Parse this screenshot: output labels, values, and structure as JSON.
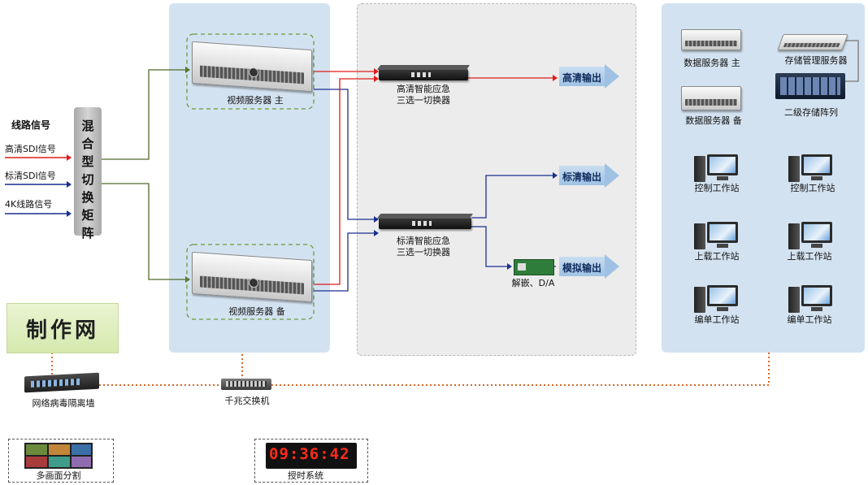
{
  "signals": {
    "title": "线路信号",
    "hd": "高清SDI信号",
    "sd": "标清SDI信号",
    "k4": "4K线路信号"
  },
  "matrix": {
    "label": "混合型切换矩阵"
  },
  "production_net": {
    "label": "制作网"
  },
  "servers": {
    "video_main": "视频服务器 主",
    "video_backup": "视频服务器 备"
  },
  "switchers": {
    "hd": {
      "line1": "高清智能应急",
      "line2": "三选一切换器"
    },
    "sd": {
      "line1": "标清智能应急",
      "line2": "三选一切换器"
    }
  },
  "outputs": {
    "hd": "高清输出",
    "sd": "标清输出",
    "analog": "模拟输出"
  },
  "da": {
    "label": "解嵌、D/A"
  },
  "right_panel": {
    "data_main": "数据服务器 主",
    "storage_mgmt": "存储管理服务器",
    "data_backup": "数据服务器 备",
    "storage_array": "二级存储阵列",
    "ws_control_1": "控制工作站",
    "ws_control_2": "控制工作站",
    "ws_upload_1": "上载工作站",
    "ws_upload_2": "上载工作站",
    "ws_edit_1": "编单工作站",
    "ws_edit_2": "编单工作站"
  },
  "network": {
    "firewall": "网络病毒隔离墙",
    "gigabit_switch": "千兆交换机"
  },
  "bottom": {
    "multiview": "多画面分割",
    "clock_system": "授时系统",
    "clock_display": "09:36:42"
  },
  "colors": {
    "hd_line": "#e01b1b",
    "sd_line": "#1a2f8f",
    "green_line": "#4f6b2a",
    "net_line": "#d9692a",
    "panel_blue": "#d3e2f0"
  }
}
